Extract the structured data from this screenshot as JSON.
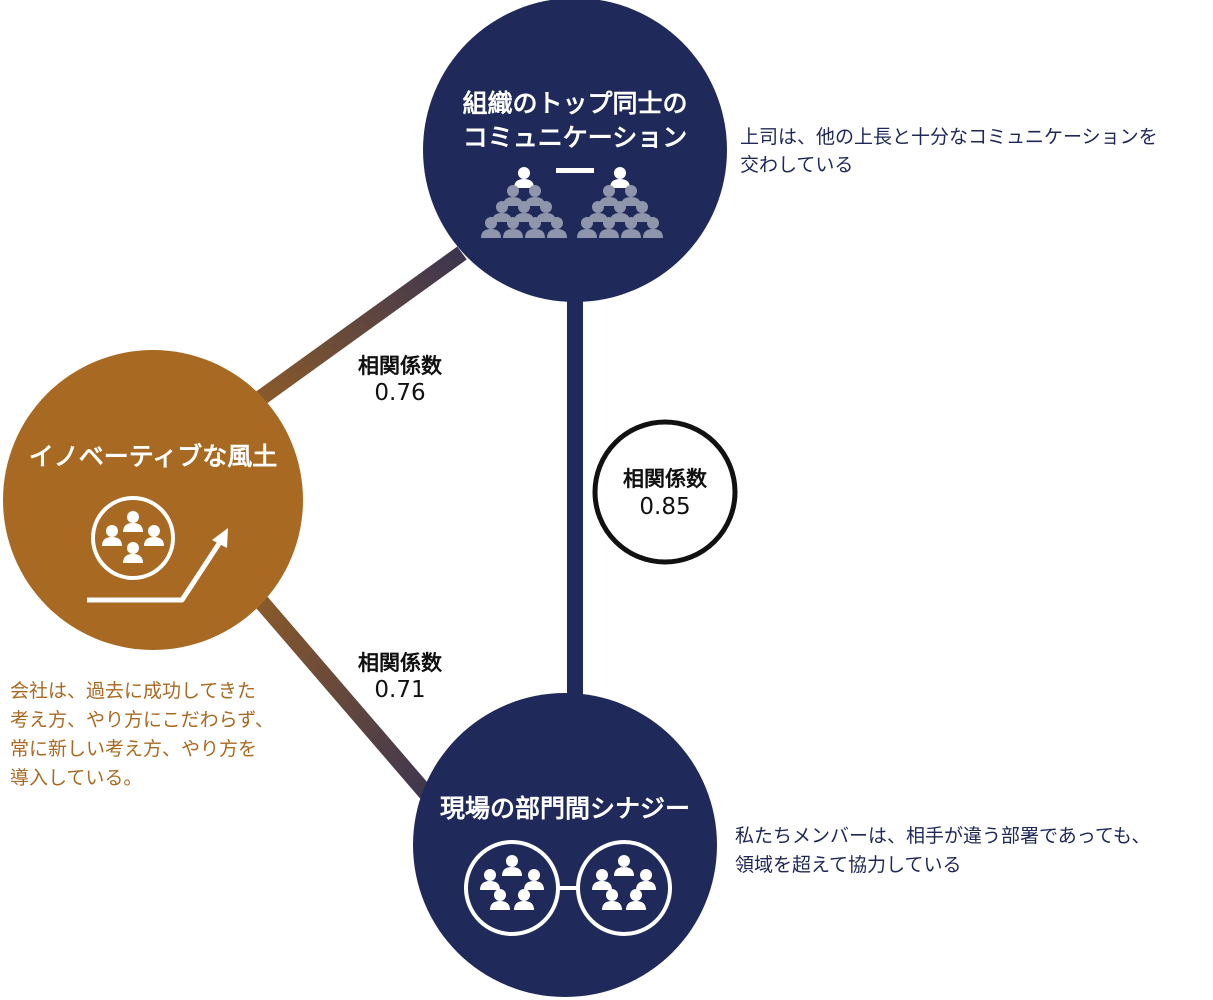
{
  "colors": {
    "navy": "#1f2a5a",
    "gold": "#a86a22",
    "icon_gray": "#8f96ab",
    "text_navy": "#1e2756"
  },
  "nodes": {
    "top": {
      "title_line1": "組織のトップ同士の",
      "title_line2": "コミュニケーション",
      "desc_line1": "上司は、他の上長と十分なコミュニケーションを",
      "desc_line2": "交わしている",
      "icon": "hierarchy-groups-icon"
    },
    "left": {
      "title": "イノベーティブな風土",
      "desc_line1": "会社は、過去に成功してきた",
      "desc_line2": "考え方、やり方にこだわらず、",
      "desc_line3": "常に新しい考え方、やり方を",
      "desc_line4": "導入している。",
      "icon": "group-growth-icon"
    },
    "bottom": {
      "title": "現場の部門間シナジー",
      "desc_line1": "私たちメンバーは、相手が違う部署であっても、",
      "desc_line2": "領域を超えて協力している",
      "icon": "connected-groups-icon"
    }
  },
  "edges": {
    "top_left": {
      "label": "相関係数",
      "value": "0.76"
    },
    "left_bottom": {
      "label": "相関係数",
      "value": "0.71"
    },
    "top_bottom": {
      "label": "相関係数",
      "value": "0.85"
    }
  }
}
